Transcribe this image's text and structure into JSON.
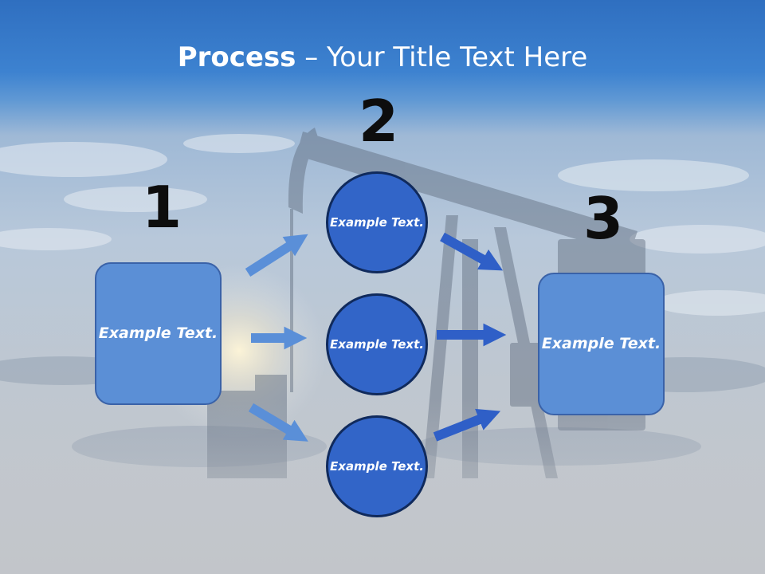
{
  "title": {
    "bold": "Process",
    "rest": " – Your Title Text Here"
  },
  "steps": [
    {
      "number": "1"
    },
    {
      "number": "2"
    },
    {
      "number": "3"
    }
  ],
  "left_box": {
    "text": "Example Text."
  },
  "circles": [
    {
      "text": "Example Text."
    },
    {
      "text": "Example Text."
    },
    {
      "text": "Example Text."
    }
  ],
  "right_box": {
    "text": "Example Text."
  },
  "colors": {
    "header_blue": "#2f6fc0",
    "box_fill": "#5b8fd6",
    "circle_fill": "#3265c8",
    "circle_border": "#102a5c",
    "arrow_light": "#5a8fd8",
    "arrow_dark": "#2f5fc7"
  }
}
